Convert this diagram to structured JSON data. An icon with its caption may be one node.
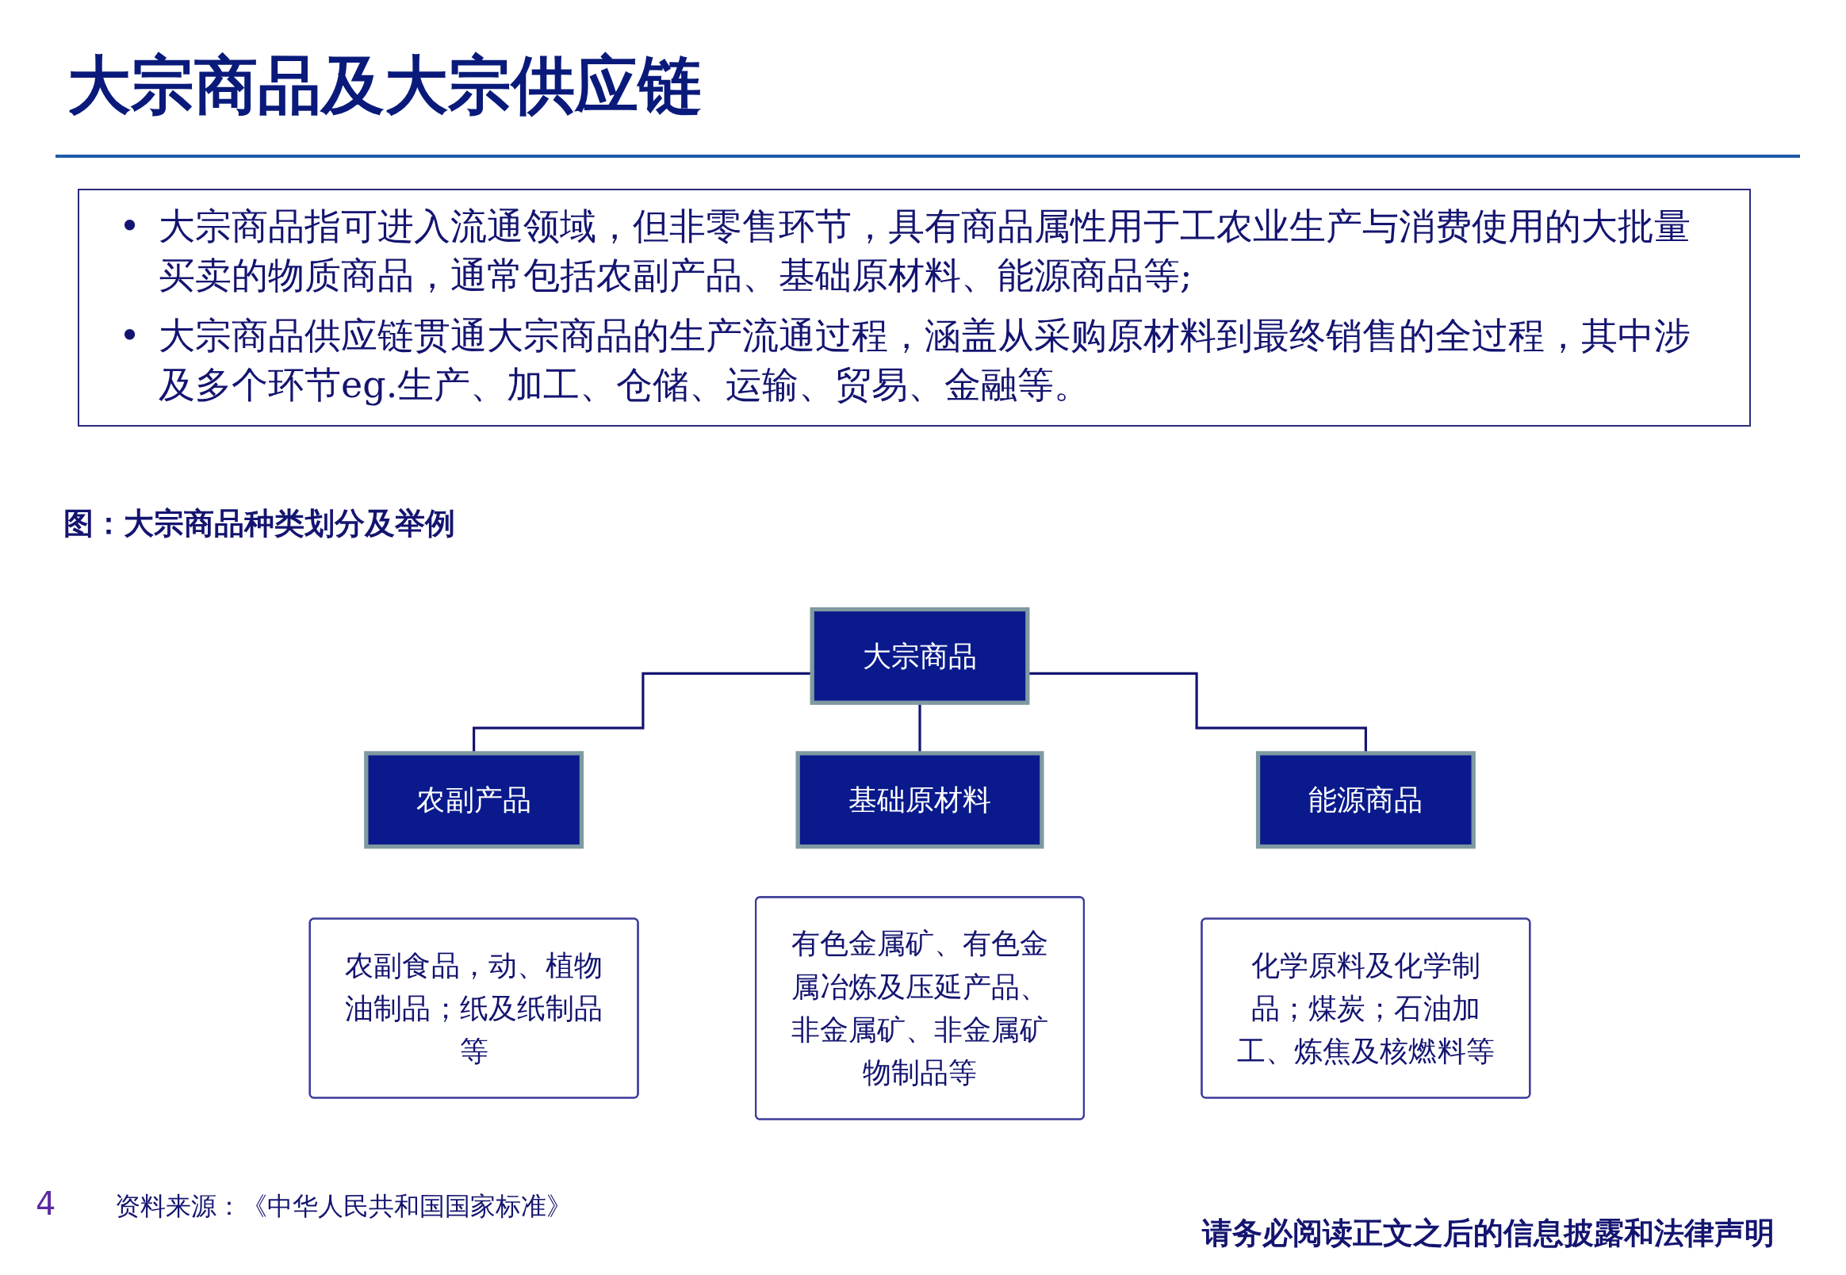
{
  "diagram": {
    "title": "大宗商品及大宗供应链",
    "caption": "图：大宗商品种类划分及举例",
    "nodes": [
      {
        "text": [
          "大宗商品"
        ]
      },
      {
        "text": [
          "农副产品"
        ]
      },
      {
        "text": [
          "基础原材料"
        ]
      },
      {
        "text": [
          "能源商品"
        ]
      },
      {
        "text": [
          "农副食品，动、植物油制品；纸及纸制品等"
        ]
      },
      {
        "text": [
          "有色金属矿、有色金属冶炼及压延产品、非金属矿、非金属矿物制品等"
        ]
      },
      {
        "text": [
          "化学原料及化学制品；煤炭；石油加工、炼焦及核燃料等"
        ]
      }
    ],
    "edges": [
      {
        "from": 0,
        "to": 1,
        "arrow": "none"
      },
      {
        "from": 0,
        "to": 2,
        "arrow": "none"
      },
      {
        "from": 0,
        "to": 3,
        "arrow": "none"
      }
    ],
    "labels": [
      "•",
      "大宗商品指可进入流通领域，但非零售环节，具有商品属性用于工农业生产与消费使用的大批量买卖的物质商品，通常包括农副产品、基础原材料、能源商品等;",
      "•",
      "大宗商品供应链贯通大宗商品的生产流通过程，涵盖从采购原材料到最终销售的全过程，其中涉及多个环节eg.生产、加工、仓储、运输、贸易、金融等。",
      "4",
      "资料来源：《中华人民共和国国家标准》",
      "请务必阅读正文之后的信息披露和法律声明"
    ]
  }
}
